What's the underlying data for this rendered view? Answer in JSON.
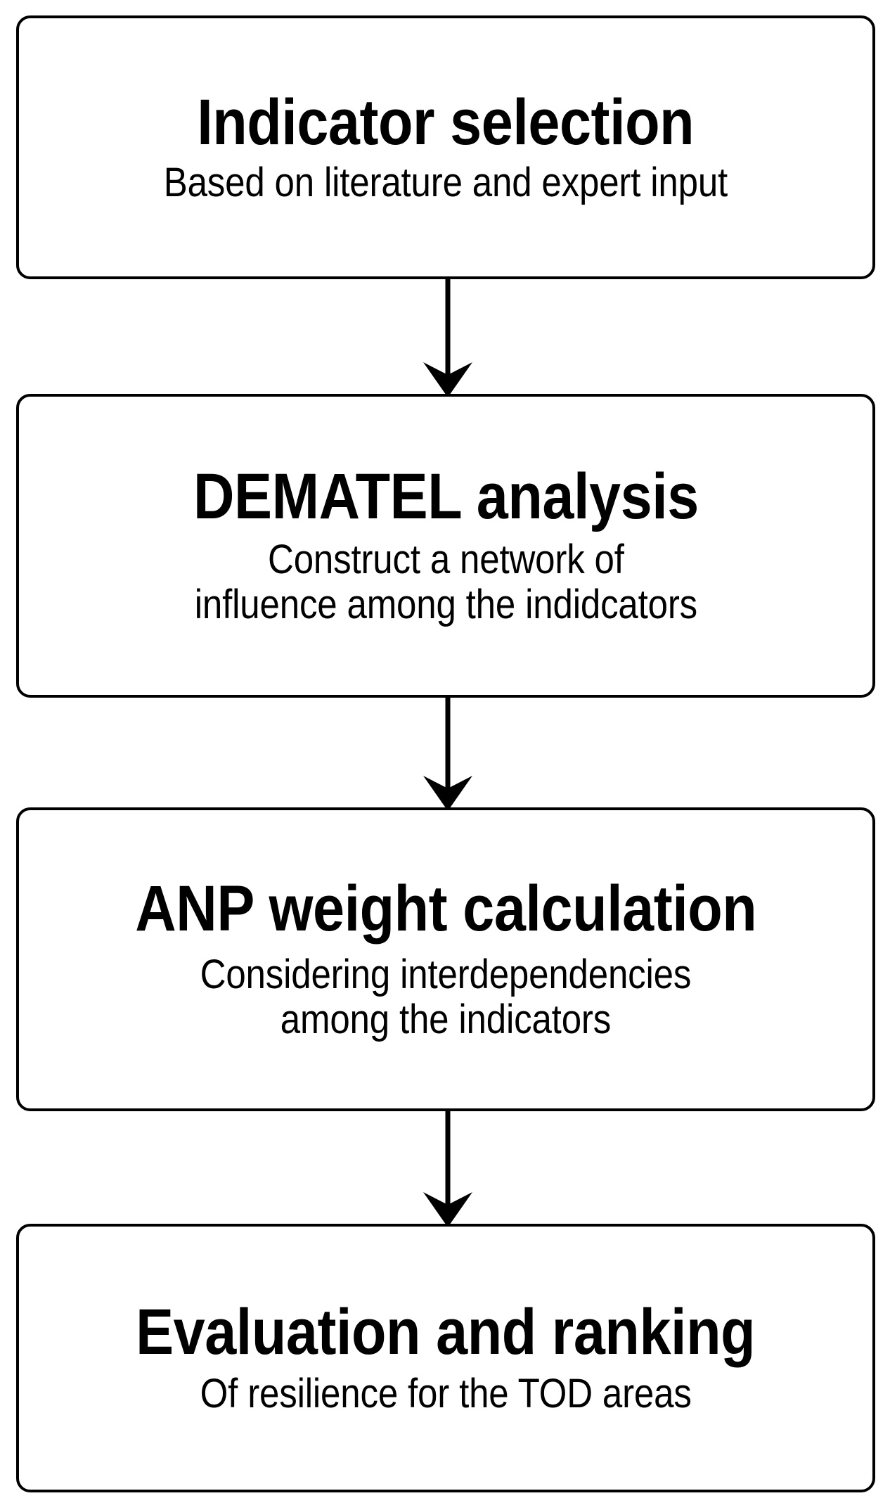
{
  "diagram": {
    "type": "flowchart",
    "orientation": "vertical",
    "title": "Research methodology flowchart",
    "accent_color": "#000000",
    "background_color": "#ffffff",
    "nodes": [
      {
        "id": "indicator-selection",
        "title": "Indicator selection",
        "subtitle": "Based on literature and expert input"
      },
      {
        "id": "dematel-analysis",
        "title": "DEMATEL analysis",
        "subtitle": "Construct a network of\ninfluence among the indidcators"
      },
      {
        "id": "anp-weight-calculation",
        "title": "ANP weight calculation",
        "subtitle": "Considering interdependencies\namong the indicators"
      },
      {
        "id": "evaluation-and-ranking",
        "title": "Evaluation and ranking",
        "subtitle": "Of resilience for the TOD areas"
      }
    ],
    "connectors": [
      {
        "id": "arrow-1",
        "from": "indicator-selection",
        "to": "dematel-analysis",
        "icon": "down-arrow-icon"
      },
      {
        "id": "arrow-2",
        "from": "dematel-analysis",
        "to": "anp-weight-calculation",
        "icon": "down-arrow-icon"
      },
      {
        "id": "arrow-3",
        "from": "anp-weight-calculation",
        "to": "evaluation-and-ranking",
        "icon": "down-arrow-icon"
      }
    ]
  }
}
